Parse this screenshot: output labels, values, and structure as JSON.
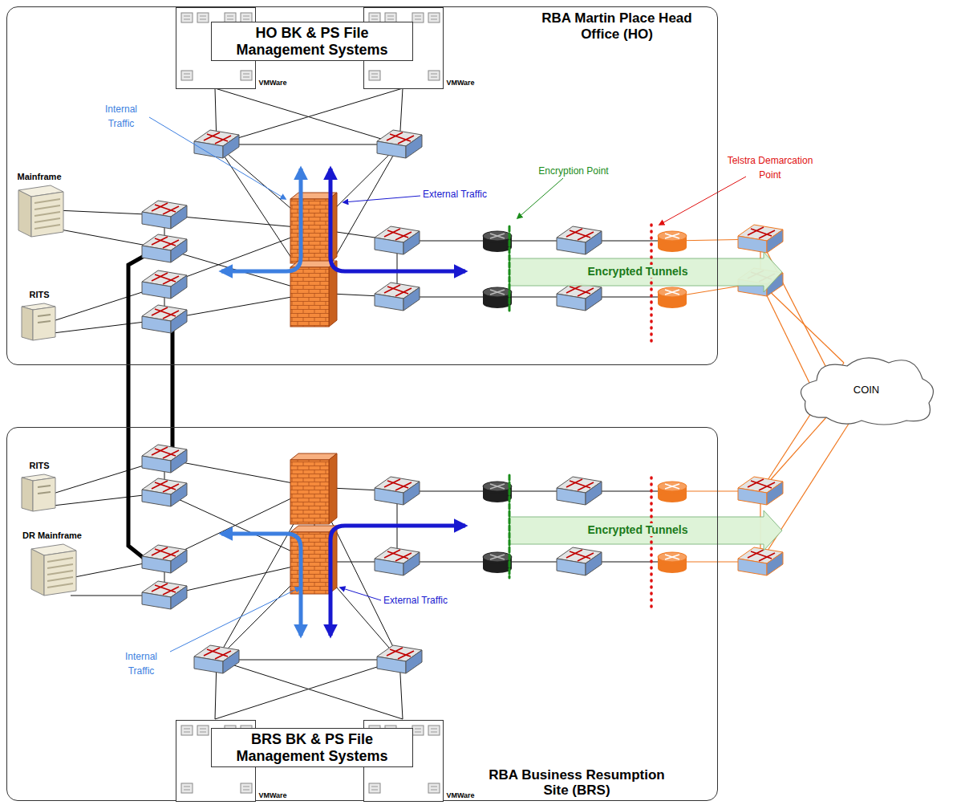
{
  "diagram": {
    "nodes": [
      {
        "text": [
          "RBA Martin Place Head Office (HO)"
        ]
      },
      {
        "text": [
          "HO BK & PS File Management Systems"
        ],
        "in": 0
      },
      {
        "text": [
          "VMWare"
        ],
        "in": 0
      },
      {
        "text": [
          "VMWare"
        ],
        "in": 0
      },
      {
        "text": [
          "Mainframe"
        ],
        "in": 0
      },
      {
        "text": [
          "RITS"
        ],
        "in": 0
      },
      {
        "text": [
          "COIN"
        ]
      },
      {
        "text": [
          "RBA Business Resumption Site (BRS)"
        ]
      },
      {
        "text": [
          "RITS"
        ],
        "in": 7
      },
      {
        "text": [
          "DR Mainframe"
        ],
        "in": 7
      },
      {
        "text": [
          "BRS BK & PS File Management Systems"
        ],
        "in": 7
      },
      {
        "text": [
          "VMWare"
        ],
        "in": 7
      },
      {
        "text": [
          "VMWare"
        ],
        "in": 7
      }
    ],
    "labels": [
      "Internal Traffic",
      "External Traffic",
      "Encryption Point",
      "Telstra Demarcation Point",
      "Encrypted Tunnels",
      "Encrypted Tunnels",
      "External Traffic",
      "Internal Traffic"
    ]
  }
}
